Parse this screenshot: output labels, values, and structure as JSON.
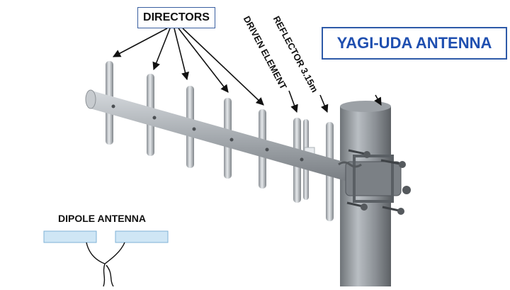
{
  "labels": {
    "directors": "DIRECTORS",
    "driven_element": "DRIVEN ELEMENT",
    "reflector": "REFLECTOR 3.15m",
    "title": "YAGI-UDA ANTENNA",
    "dipole": "DIPOLE ANTENNA"
  },
  "colors": {
    "title_text": "#1f4fb0",
    "title_border": "#2e5aa8",
    "metal": "#9aa0a6",
    "dipole_fill": "#cfe6f5",
    "dipole_border": "#7fb2d6"
  }
}
